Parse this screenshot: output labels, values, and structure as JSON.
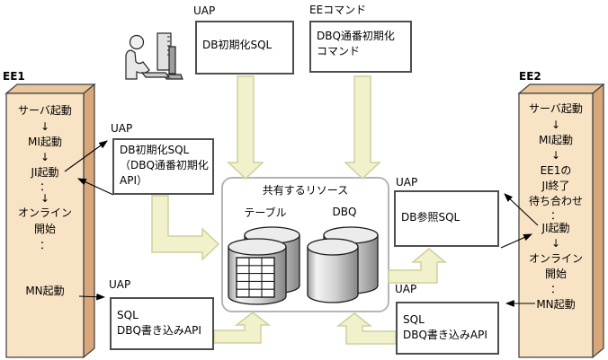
{
  "labels": {
    "ee1": "EE1",
    "ee2": "EE2",
    "uap": "UAP",
    "ee_command": "EEコマンド"
  },
  "boxes": {
    "db_init_top": {
      "line1": "DB初期化SQL"
    },
    "dbq_init_cmd": {
      "line1": "DBQ通番初期化",
      "line2": "コマンド"
    },
    "db_init_left": {
      "line1": "DB初期化SQL",
      "line2": "（DBQ通番初期化",
      "line3": "API）"
    },
    "db_ref": {
      "line1": "DB参照SQL"
    },
    "sql_write_left": {
      "line1": "SQL",
      "line2": "DBQ書き込みAPI"
    },
    "sql_write_right": {
      "line1": "SQL",
      "line2": "DBQ書き込みAPI"
    }
  },
  "shared": {
    "title": "共有するリソース",
    "table": "テーブル",
    "dbq": "DBQ"
  },
  "ee1": {
    "steps": [
      "サーバ起動",
      "↓",
      "MI起動",
      "↓",
      "JI起動",
      "：",
      "↓",
      "オンライン",
      "開始",
      "：",
      "MN起動"
    ]
  },
  "ee2": {
    "steps": [
      "サーバ起動",
      "↓",
      "MI起動",
      "↓",
      "EE1の",
      "JI終了",
      "待ち合わせ",
      "：",
      "JI起動",
      "↓",
      "オンライン",
      "開始",
      "：",
      "MN起動"
    ]
  },
  "icons": {
    "person": "person-at-computer-icon",
    "table_db": "table-database-icon",
    "dbq_db": "dbq-database-icon"
  },
  "colors": {
    "server_box_face": "#f8e3c5",
    "server_box_top": "#e9c79c",
    "server_box_side": "#d8a87a",
    "flow_arrow_fill": "#f1f1cb",
    "flow_arrow_border": "#cfcf9e",
    "shared_box_border": "#b5b5b5",
    "uap_box_border": "#4e4e4e"
  }
}
